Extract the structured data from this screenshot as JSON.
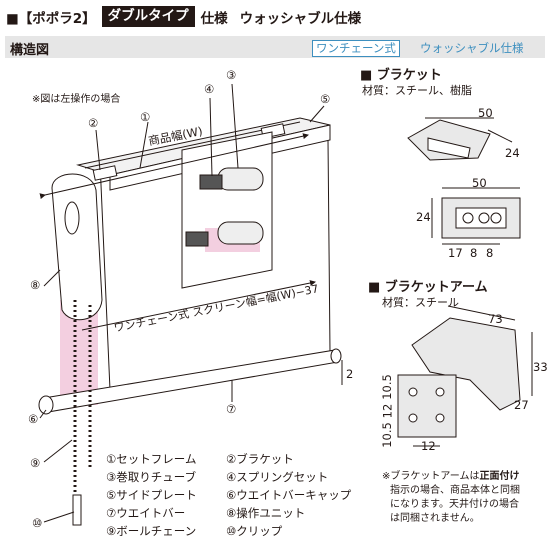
{
  "header": {
    "prefix": "■【ポポラ2】",
    "badge": "ダブルタイプ",
    "spec": "仕様",
    "title": "ウォッシャブル仕様"
  },
  "section": {
    "title": "構造図",
    "tag1": "ワンチェーン式",
    "tag2": "ウォッシャブル仕様"
  },
  "diagram": {
    "note_left": "※図は左操作の場合",
    "product_width": "商品幅(W)",
    "screen_width": "ワンチェーン式 スクリーン幅=幅(W)−37",
    "gap": "2",
    "callouts": [
      "①",
      "②",
      "③",
      "④",
      "⑤",
      "⑥",
      "⑦",
      "⑧",
      "⑨",
      "⑩"
    ]
  },
  "bracket": {
    "title": "■ ブラケット",
    "material": "材質：スチール、樹脂",
    "dims": [
      "50",
      "24",
      "50",
      "24",
      "17",
      "8",
      "8"
    ]
  },
  "arm": {
    "title": "■ ブラケットアーム",
    "material": "材質：スチール",
    "dims": [
      "73",
      "33",
      "27",
      "10.5",
      "12",
      "10.5",
      "12"
    ]
  },
  "legend": [
    [
      "①セットフレーム",
      "②ブラケット"
    ],
    [
      "③巻取りチューブ",
      "④スプリングセット"
    ],
    [
      "⑤サイドプレート",
      "⑥ウエイトバーキャップ"
    ],
    [
      "⑦ウエイトバー",
      "⑧操作ユニット"
    ],
    [
      "⑨ボールチェーン",
      "⑩クリップ"
    ]
  ],
  "note": {
    "l1a": "※ブラケットアームは",
    "l1b": "正面付け",
    "l2": "指示の場合、商品本体と同梱",
    "l3": "になります。天井付けの場合",
    "l4": "は同梱されません。"
  }
}
